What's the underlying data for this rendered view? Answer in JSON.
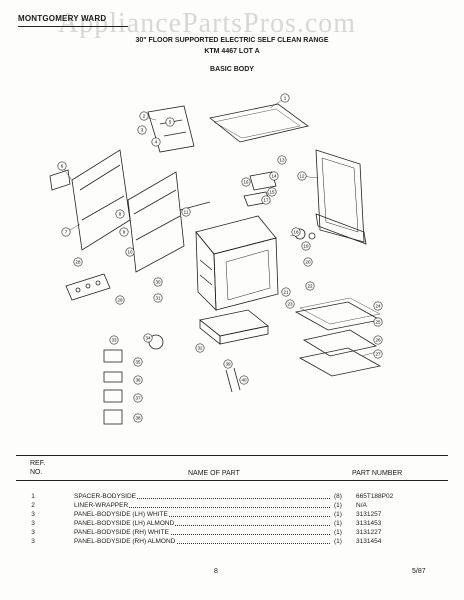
{
  "header": {
    "brand": "MONTGOMERY WARD",
    "watermark": "AppliancePartsPros.com",
    "title_line1": "30\" FLOOR SUPPORTED ELECTRIC SELF CLEAN RANGE",
    "title_line2": "KTM 4467 LOT A",
    "section": "BASIC BODY"
  },
  "callouts": [
    "1",
    "2",
    "3",
    "4",
    "5",
    "6",
    "7",
    "8",
    "9",
    "10",
    "11",
    "12",
    "13",
    "14",
    "15",
    "16",
    "17",
    "18",
    "19",
    "20",
    "21",
    "22",
    "23",
    "24",
    "25",
    "26",
    "27",
    "28",
    "29",
    "30",
    "31",
    "32",
    "33",
    "34",
    "35",
    "36",
    "37",
    "38",
    "39",
    "40"
  ],
  "table": {
    "col_ref": "REF.",
    "col_no": "NO.",
    "col_name": "NAME OF PART",
    "col_part": "PART NUMBER",
    "rows": [
      {
        "ref": "1",
        "name": "SPACER-BODYSIDE",
        "qty": "(8)",
        "part": "665T188P02"
      },
      {
        "ref": "2",
        "name": "LINER-WRAPPER",
        "qty": "(1)",
        "part": "N/A"
      },
      {
        "ref": "3",
        "name": "PANEL-BODYSIDE (LH) WHITE",
        "qty": "(1)",
        "part": "3131257"
      },
      {
        "ref": "3",
        "name": "PANEL-BODYSIDE (LH) ALMOND",
        "qty": "(1)",
        "part": "3131453"
      },
      {
        "ref": "3",
        "name": "PANEL-BODYSIDE (RH) WHITE",
        "qty": "(1)",
        "part": "3131227"
      },
      {
        "ref": "3",
        "name": "PANEL-BODYSIDE (RH) ALMOND",
        "qty": "(1)",
        "part": "3131454"
      }
    ]
  },
  "footer": {
    "page": "8",
    "date": "5/87"
  }
}
